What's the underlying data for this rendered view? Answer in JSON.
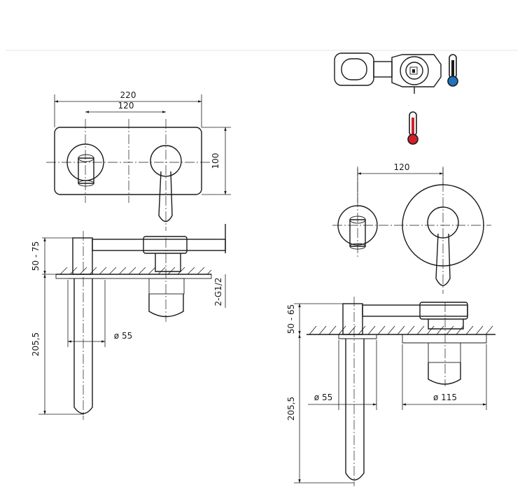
{
  "view1": {
    "dim_width": "220",
    "dim_centers": "120",
    "dim_height": "100",
    "dim_offset": "50 - 75",
    "dim_spout": "205,5",
    "dim_diameter": "ø 55",
    "dim_thread": "2-G1/2"
  },
  "view2": {
    "dim_centers": "120",
    "dim_offset": "50 - 65",
    "dim_spout": "205,5",
    "dim_diameter_spout": "ø 55",
    "dim_diameter_plate": "ø 115"
  },
  "colors": {
    "cold": "#1e73be",
    "hot": "#d0212a"
  }
}
